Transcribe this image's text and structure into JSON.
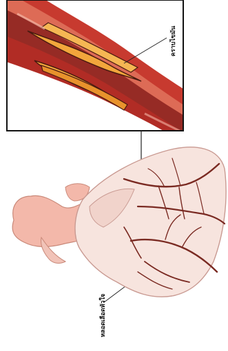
{
  "labels": {
    "plaque": "คราบไขมัน",
    "coronary_artery": "หลอดเลือดหัวใจ"
  },
  "colors": {
    "artery_outer": "#b8332b",
    "artery_wall": "#d4553f",
    "lumen": "#8e2a25",
    "plaque_fill": "#f0a23a",
    "plaque_edge": "#5a1e12",
    "heart_fill": "#f7e4de",
    "heart_outline": "#c99a92",
    "aorta_fill": "#f3b8aa",
    "vessel": "#7a2a22",
    "background": "#ffffff"
  },
  "icons": [
    "magnified-artery-illustration",
    "heart-illustration"
  ]
}
